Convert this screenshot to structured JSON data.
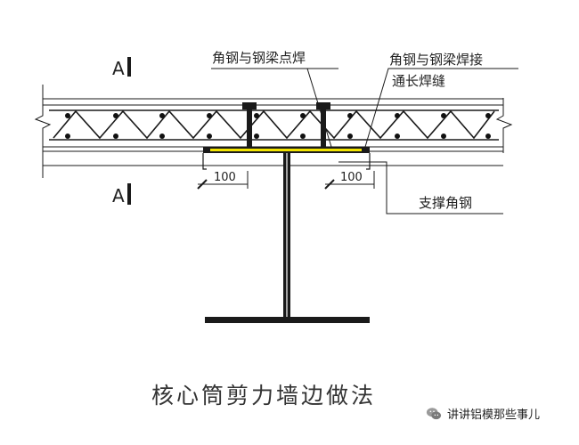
{
  "labels": {
    "section_mark_top": "A",
    "section_mark_bottom": "A",
    "angle_spot_weld": "角钢与钢梁点焊",
    "angle_weld_line1": "角钢与钢梁焊接",
    "angle_weld_line2": "通长焊缝",
    "support_angle": "支撑角钢"
  },
  "dimensions": {
    "left_offset": "100",
    "right_offset": "100"
  },
  "title": "核心筒剪力墙边做法",
  "watermark": {
    "text": "讲讲铝模那些事儿",
    "icon": "wechat-icon"
  },
  "colors": {
    "line": "#1a1a1a",
    "yellow_plate": "#f2e400",
    "rebar": "#111111"
  }
}
